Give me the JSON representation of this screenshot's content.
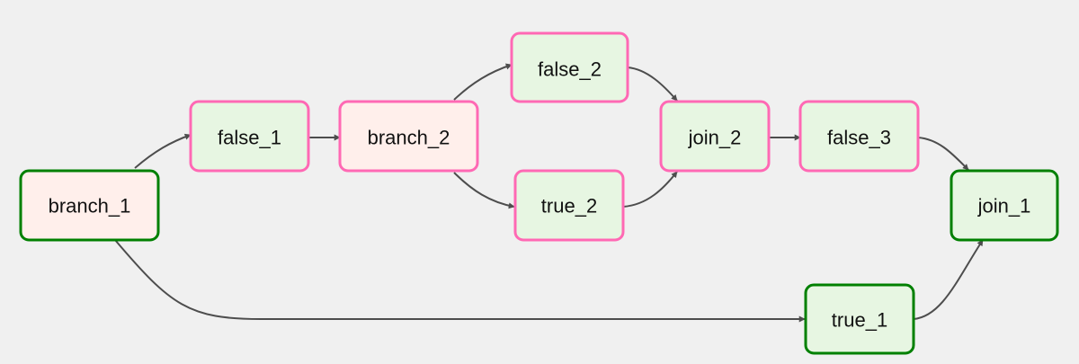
{
  "colors": {
    "background": "#f0f0f0",
    "edge": "#4d4d4d",
    "border_success": "#008000",
    "border_skipped": "#ff69b4",
    "fill_branch": "#ffefeb",
    "fill_task": "#e7f6e2"
  },
  "nodes": [
    {
      "id": "branch_1",
      "label": "branch_1",
      "border": "border_success",
      "fill": "fill_branch"
    },
    {
      "id": "false_1",
      "label": "false_1",
      "border": "border_skipped",
      "fill": "fill_task"
    },
    {
      "id": "branch_2",
      "label": "branch_2",
      "border": "border_skipped",
      "fill": "fill_branch"
    },
    {
      "id": "false_2",
      "label": "false_2",
      "border": "border_skipped",
      "fill": "fill_task"
    },
    {
      "id": "true_2",
      "label": "true_2",
      "border": "border_skipped",
      "fill": "fill_task"
    },
    {
      "id": "join_2",
      "label": "join_2",
      "border": "border_skipped",
      "fill": "fill_task"
    },
    {
      "id": "false_3",
      "label": "false_3",
      "border": "border_skipped",
      "fill": "fill_task"
    },
    {
      "id": "true_1",
      "label": "true_1",
      "border": "border_success",
      "fill": "fill_task"
    },
    {
      "id": "join_1",
      "label": "join_1",
      "border": "border_success",
      "fill": "fill_task"
    }
  ],
  "edges": [
    {
      "from": "branch_1",
      "to": "false_1"
    },
    {
      "from": "branch_1",
      "to": "true_1"
    },
    {
      "from": "false_1",
      "to": "branch_2"
    },
    {
      "from": "branch_2",
      "to": "false_2"
    },
    {
      "from": "branch_2",
      "to": "true_2"
    },
    {
      "from": "false_2",
      "to": "join_2"
    },
    {
      "from": "true_2",
      "to": "join_2"
    },
    {
      "from": "join_2",
      "to": "false_3"
    },
    {
      "from": "false_3",
      "to": "join_1"
    },
    {
      "from": "true_1",
      "to": "join_1"
    }
  ]
}
